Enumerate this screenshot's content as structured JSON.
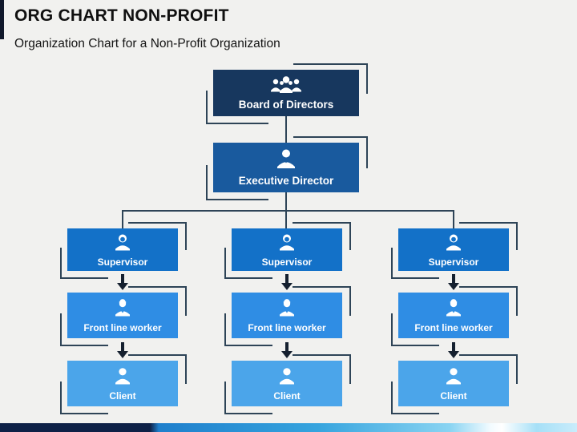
{
  "header": {
    "title": "ORG CHART NON-PROFIT",
    "subtitle": "Organization Chart for a Non-Profit Organization"
  },
  "chart": {
    "root": {
      "label": "Board of Directors",
      "icon": "people-group-icon"
    },
    "executive": {
      "label": "Executive Director",
      "icon": "person-tie-icon"
    },
    "branches": [
      {
        "supervisor": {
          "label": "Supervisor",
          "icon": "person-female-icon"
        },
        "frontline": {
          "label": "Front line worker",
          "icon": "person-worker-icon"
        },
        "client": {
          "label": "Client",
          "icon": "person-bust-icon"
        }
      },
      {
        "supervisor": {
          "label": "Supervisor",
          "icon": "person-female-icon"
        },
        "frontline": {
          "label": "Front line worker",
          "icon": "person-worker-icon"
        },
        "client": {
          "label": "Client",
          "icon": "person-bust-icon"
        }
      },
      {
        "supervisor": {
          "label": "Supervisor",
          "icon": "person-female-icon"
        },
        "frontline": {
          "label": "Front line worker",
          "icon": "person-worker-icon"
        },
        "client": {
          "label": "Client",
          "icon": "person-bust-icon"
        }
      }
    ]
  },
  "colors": {
    "board_box": "#17375E",
    "executive_box": "#195A9E",
    "supervisor_box": "#1371C8",
    "frontline_box": "#2F8DE4",
    "client_box": "#4BA5EA",
    "connector": "#2E4457",
    "arrow": "#15202F",
    "left_accent": "#10182B",
    "bottom_bar_dark": "#0E2147",
    "bottom_bar_blue": "#1F7FCC",
    "bottom_bar_light": "#A6E0F7",
    "background": "#F1F1EF",
    "box_text": "#FFFFFF"
  }
}
